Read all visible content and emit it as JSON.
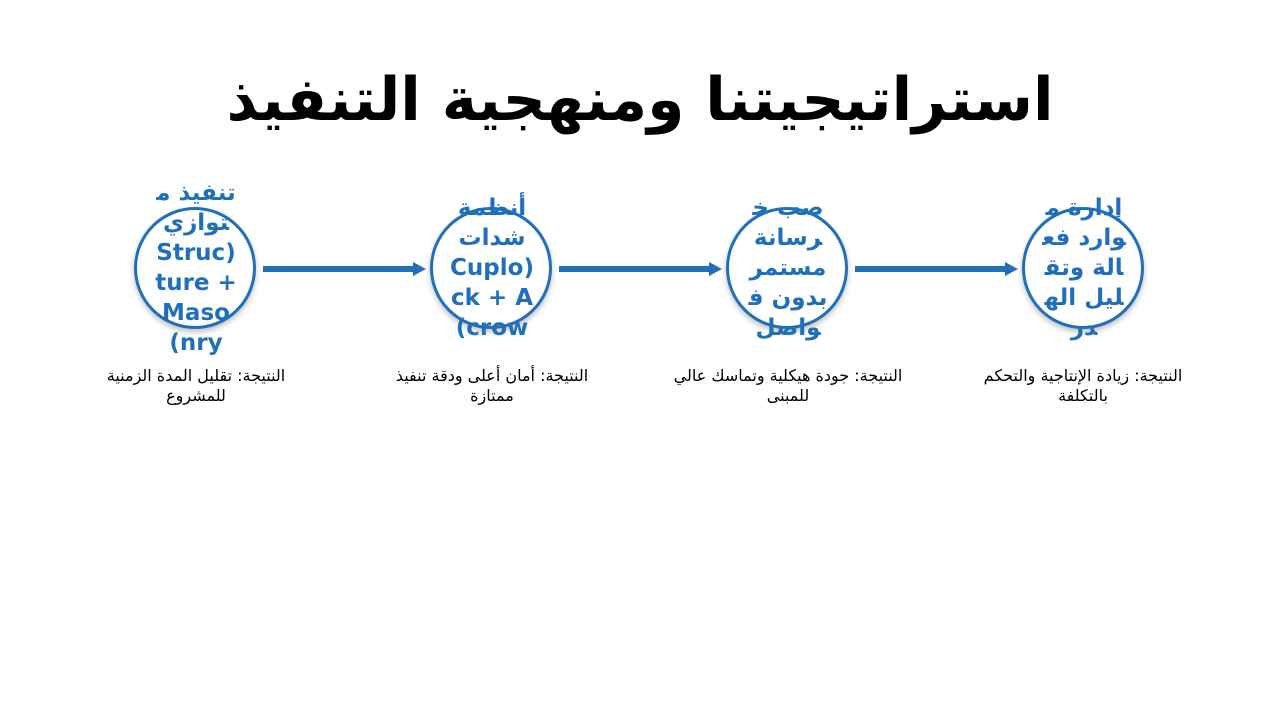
{
  "slide": {
    "title": "استراتيجيتنا ومنهجية التنفيذ"
  },
  "colors": {
    "accent": "#1f6fba"
  },
  "flow": {
    "steps": [
      {
        "label": "إدارة موارد فعالة وتقليل الهدر",
        "result": "النتيجة: زيادة الإنتاجية والتحكم بالتكلفة"
      },
      {
        "label": "صب خرسانة مستمر بدون فواصل",
        "result": "النتيجة: جودة هيكلية وتماسك عالي للمبنى"
      },
      {
        "label": "أنظمة شدات (Cuplock + Acrow)",
        "result": "النتيجة: أمان أعلى ودقة تنفيذ ممتازة"
      },
      {
        "label": "تنفيذ متوازي (Structure + Masonry)",
        "result": "النتيجة: تقليل المدة الزمنية للمشروع"
      }
    ]
  }
}
